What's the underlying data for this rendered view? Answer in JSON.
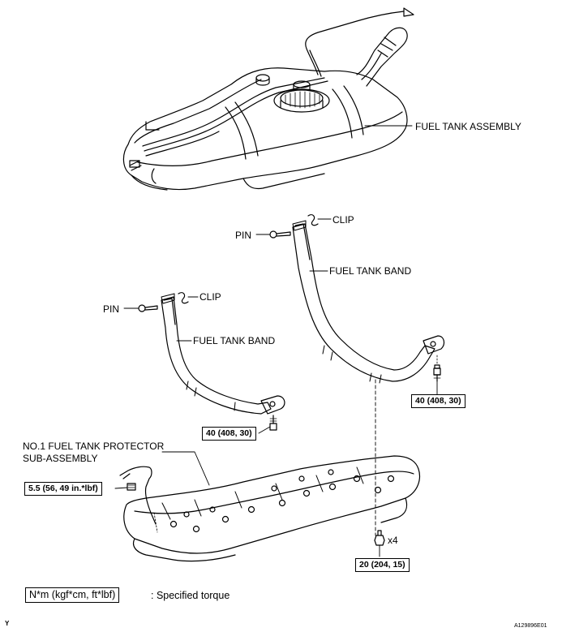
{
  "labels": {
    "fuel_tank_assembly": "FUEL TANK ASSEMBLY",
    "pin_right": "PIN",
    "clip_right": "CLIP",
    "band_right": "FUEL TANK BAND",
    "pin_left": "PIN",
    "clip_left": "CLIP",
    "band_left": "FUEL TANK BAND",
    "protector_line1": "NO.1 FUEL TANK PROTECTOR",
    "protector_line2": "SUB-ASSEMBLY",
    "x4": "x4"
  },
  "torques": {
    "band_right": "40 (408, 30)",
    "band_left": "40 (408, 30)",
    "protector_bolt": "5.5 (56, 49 in.*lbf)",
    "protector_nut": "20 (204, 15)"
  },
  "legend": {
    "unit": "N*m (kgf*cm, ft*lbf)",
    "text": ": Specified torque"
  },
  "footer": {
    "left": "Y",
    "right": "A129896E01"
  }
}
